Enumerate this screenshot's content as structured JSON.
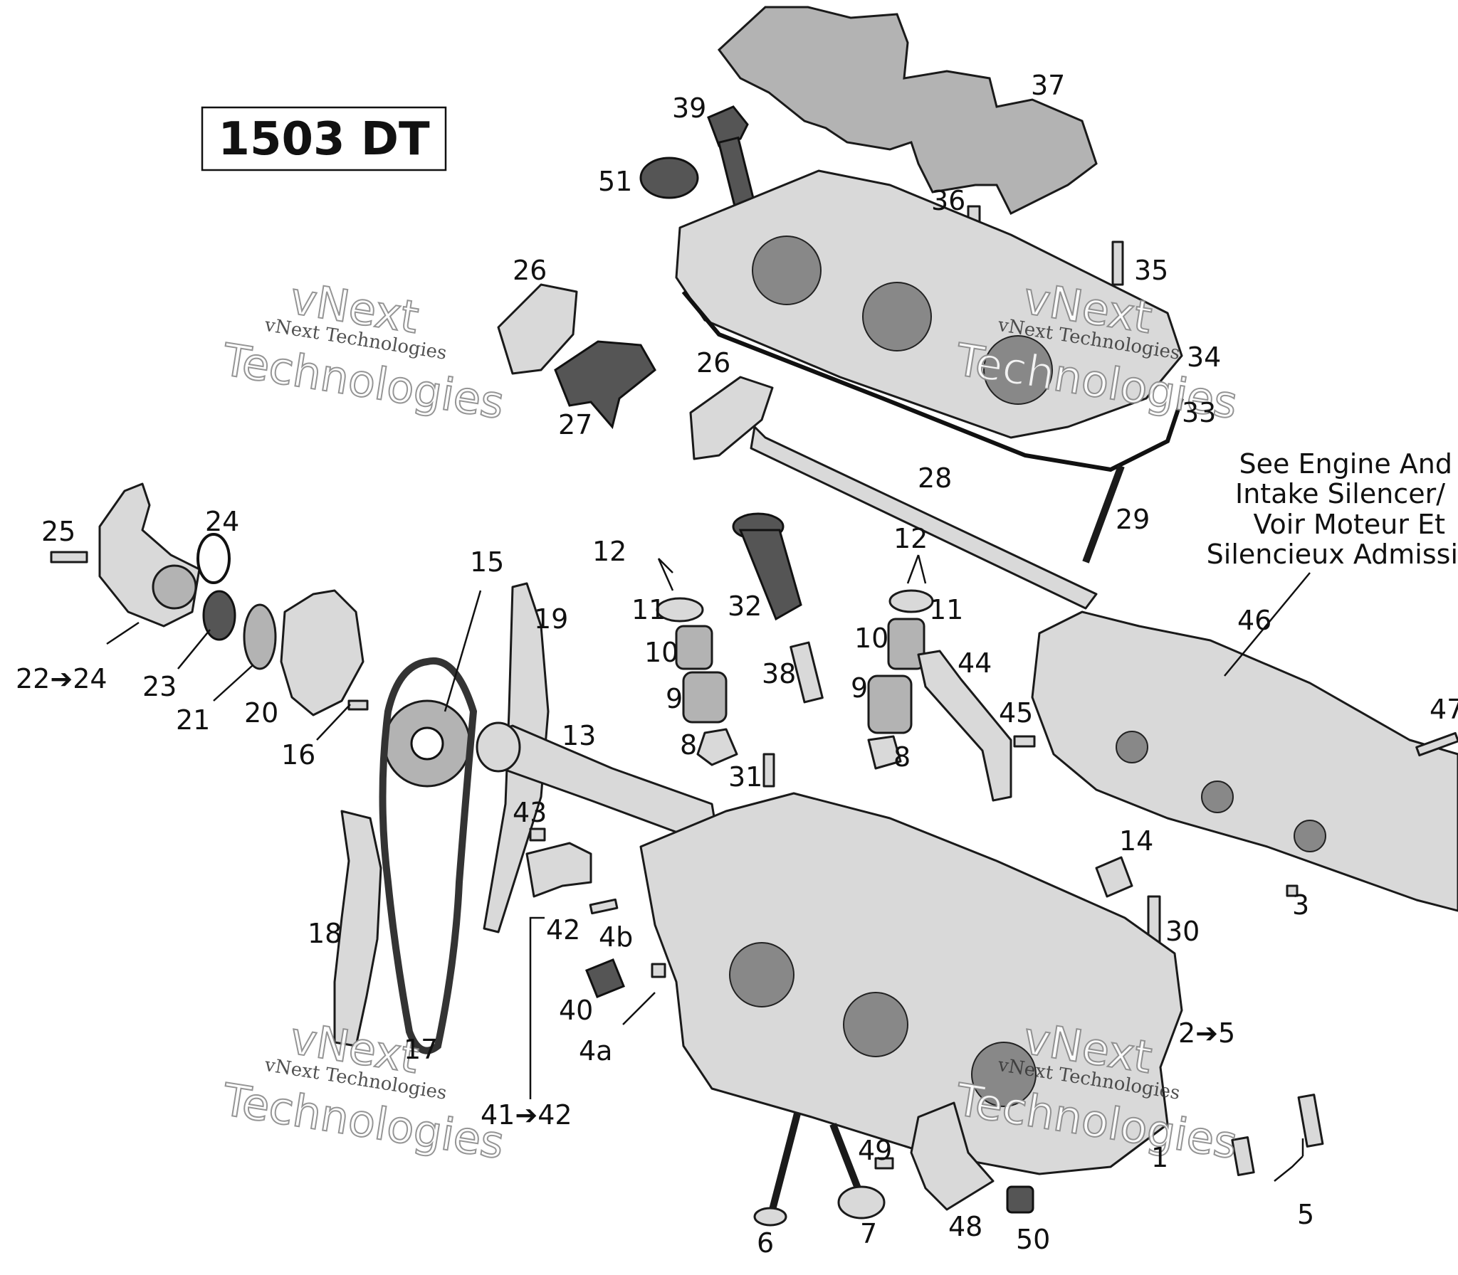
{
  "model_box": {
    "label": "1503 DT"
  },
  "reference_note": {
    "lines": [
      "See Engine And",
      "Intake Silencer/",
      "Voir Moteur Et",
      "Silencieux Admissi"
    ]
  },
  "watermark": {
    "line1": "vNext Technologies",
    "line2": "vNext",
    "line3": "Technologies"
  },
  "callouts": [
    {
      "id": "c37",
      "text": "37"
    },
    {
      "id": "c39",
      "text": "39"
    },
    {
      "id": "c51",
      "text": "51"
    },
    {
      "id": "c36",
      "text": "36"
    },
    {
      "id": "c35",
      "text": "35"
    },
    {
      "id": "c26a",
      "text": "26"
    },
    {
      "id": "c34",
      "text": "34"
    },
    {
      "id": "c26b",
      "text": "26"
    },
    {
      "id": "c33",
      "text": "33"
    },
    {
      "id": "c27",
      "text": "27"
    },
    {
      "id": "c28",
      "text": "28"
    },
    {
      "id": "c25",
      "text": "25"
    },
    {
      "id": "c24",
      "text": "24"
    },
    {
      "id": "c29",
      "text": "29"
    },
    {
      "id": "c15",
      "text": "15"
    },
    {
      "id": "c12a",
      "text": "12"
    },
    {
      "id": "c12b",
      "text": "12"
    },
    {
      "id": "c19",
      "text": "19"
    },
    {
      "id": "c11a",
      "text": "11"
    },
    {
      "id": "c32",
      "text": "32"
    },
    {
      "id": "c11b",
      "text": "11"
    },
    {
      "id": "c46",
      "text": "46"
    },
    {
      "id": "c10a",
      "text": "10"
    },
    {
      "id": "c10b",
      "text": "10"
    },
    {
      "id": "c44",
      "text": "44"
    },
    {
      "id": "c22",
      "text": "22➔24"
    },
    {
      "id": "c23",
      "text": "23"
    },
    {
      "id": "c38",
      "text": "38"
    },
    {
      "id": "c9a",
      "text": "9"
    },
    {
      "id": "c9b",
      "text": "9"
    },
    {
      "id": "c20",
      "text": "20"
    },
    {
      "id": "c21",
      "text": "21"
    },
    {
      "id": "c45",
      "text": "45"
    },
    {
      "id": "c47",
      "text": "47"
    },
    {
      "id": "c13",
      "text": "13"
    },
    {
      "id": "c8a",
      "text": "8"
    },
    {
      "id": "c16",
      "text": "16"
    },
    {
      "id": "c8b",
      "text": "8"
    },
    {
      "id": "c31",
      "text": "31"
    },
    {
      "id": "c43",
      "text": "43"
    },
    {
      "id": "c14",
      "text": "14"
    },
    {
      "id": "c3",
      "text": "3"
    },
    {
      "id": "c18",
      "text": "18"
    },
    {
      "id": "c42",
      "text": "42"
    },
    {
      "id": "c4b",
      "text": "4b"
    },
    {
      "id": "c30",
      "text": "30"
    },
    {
      "id": "c40",
      "text": "40"
    },
    {
      "id": "c4a",
      "text": "4a"
    },
    {
      "id": "c2",
      "text": "2➔5"
    },
    {
      "id": "c17",
      "text": "17"
    },
    {
      "id": "c41",
      "text": "41➔42"
    },
    {
      "id": "c49",
      "text": "49"
    },
    {
      "id": "c1",
      "text": "1"
    },
    {
      "id": "c5",
      "text": "5"
    },
    {
      "id": "c6",
      "text": "6"
    },
    {
      "id": "c7",
      "text": "7"
    },
    {
      "id": "c48",
      "text": "48"
    },
    {
      "id": "c50",
      "text": "50"
    }
  ]
}
